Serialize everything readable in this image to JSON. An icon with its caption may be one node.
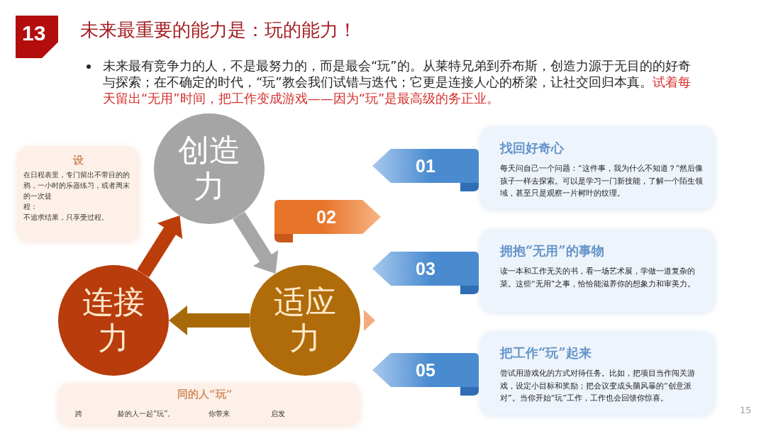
{
  "diagram": {
    "title": "未来最重要的能力是：玩的能力！",
    "nodes": [
      {
        "text": [
          "13"
        ]
      },
      {
        "text": [
          "创造力"
        ]
      },
      {
        "text": [
          "设",
          "在日程表里，专门留出不带目的的",
          "鸦，一小时的乐器练习，或者周末的一次徒",
          "程：",
          "不追求结果，只享受过程。"
        ]
      },
      {
        "text": [
          "02"
        ]
      },
      {
        "text": [
          "同的人“玩”",
          "跨",
          "龄的人一起“玩”。",
          "你带来",
          "启发"
        ]
      },
      {
        "text": [],
        "shape": "triangle"
      },
      {
        "text": [
          "连接力"
        ]
      },
      {
        "text": [
          "适应力"
        ]
      },
      {
        "text": [
          "01"
        ]
      },
      {
        "text": [
          "找回好奇心",
          "每天问自己一个问题：“这件事，我为什么不知道？”然后像孩子一样去探索。可以是学习一门新技能，了解一个陌生领域，甚至只是观察一片树叶的纹理。"
        ]
      },
      {
        "text": [
          "03"
        ]
      },
      {
        "text": [
          "拥抱“无用”的事物",
          "读一本和工作无关的书，看一场艺术展，学做一道复杂的菜。这些“无用”之事，恰恰能滋养你的想象力和审美力。"
        ]
      },
      {
        "text": [
          "05"
        ]
      },
      {
        "text": [
          "把工作“玩”起来",
          "尝试用游戏化的方式对待任务。比如，把项目当作闯关游戏，设定小目标和奖励；把会议变成头脑风暴的“创意派对”。当你开始“玩”工作，工作也会回馈你惊喜。"
        ]
      }
    ],
    "edges": [
      {
        "from": 1,
        "to": 7,
        "arrow": "to",
        "color": "#a6a6a6"
      },
      {
        "from": 7,
        "to": 6,
        "arrow": "to",
        "color": "#a86a08"
      },
      {
        "from": 6,
        "to": 1,
        "arrow": "to",
        "color": "#bb3d0a"
      }
    ],
    "labels": [
      "未来最有竞争力的人，不是最努力的，而是最会“玩”的。从莱特兄弟到乔布斯，创造力源于无目的的好奇与探索；在不确定的时代，“玩”教会我们试错与迭代；它更是连接人心的桥梁，让社交回归本真。",
      "试着每天留出“无用”时间，把工作变成游戏——因为“玩”是最高级的务正业。",
      "15"
    ]
  }
}
